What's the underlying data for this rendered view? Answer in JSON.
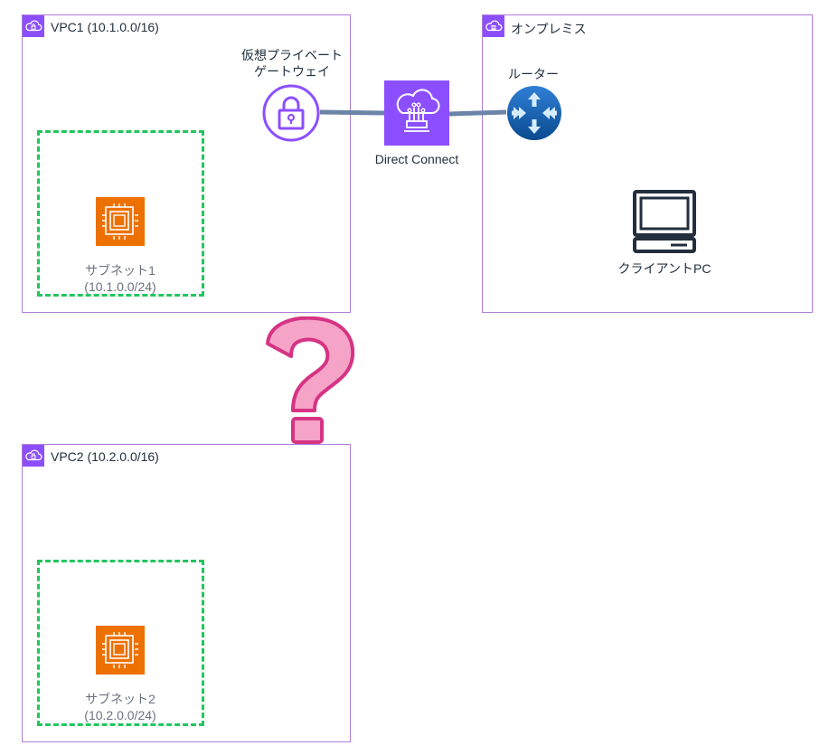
{
  "vpc1": {
    "label": "VPC1 (10.1.0.0/16)",
    "icon": "vpc-cloud-lock-icon",
    "subnet": {
      "name": "サブネット1",
      "cidr": "(10.1.0.0/24)",
      "icon": "ec2-instance-icon"
    }
  },
  "vpc2": {
    "label": "VPC2 (10.2.0.0/16)",
    "icon": "vpc-cloud-lock-icon",
    "subnet": {
      "name": "サブネット2",
      "cidr": "(10.2.0.0/24)",
      "icon": "ec2-instance-icon"
    }
  },
  "onprem": {
    "label": "オンプレミス",
    "icon": "corporate-datacenter-icon"
  },
  "vgw": {
    "label_line1": "仮想プライベート",
    "label_line2": "ゲートウェイ",
    "icon": "virtual-private-gateway-icon"
  },
  "direct_connect": {
    "label": "Direct Connect",
    "icon": "direct-connect-icon"
  },
  "router": {
    "label": "ルーター",
    "icon": "router-icon"
  },
  "client": {
    "label": "クライアントPC",
    "icon": "client-pc-icon"
  },
  "question_mark": {
    "icon": "question-mark-icon"
  },
  "colors": {
    "vpc_border": "#b07ddb",
    "vpc_accent": "#8c4fff",
    "subnet_border": "#22c55e",
    "ec2": "#ed7100",
    "router": "#1565c0",
    "link": "#6b84a8",
    "question_fill": "#f5a3c7",
    "question_stroke": "#d63384"
  }
}
